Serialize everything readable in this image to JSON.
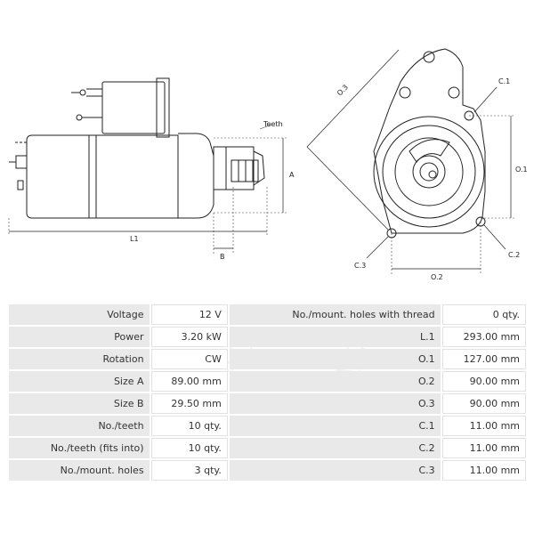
{
  "diagram": {
    "labels": {
      "teeth": "Teeth",
      "a": "A",
      "b": "B",
      "l1": "L1",
      "o3": "O.3",
      "c1": "C.1",
      "o1": "O.1",
      "c2": "C.2",
      "c3": "C.3",
      "o2": "O.2"
    }
  },
  "specs": {
    "left": [
      {
        "label": "Voltage",
        "value": "12 V"
      },
      {
        "label": "Power",
        "value": "3.20 kW"
      },
      {
        "label": "Rotation",
        "value": "CW"
      },
      {
        "label": "Size A",
        "value": "89.00 mm"
      },
      {
        "label": "Size B",
        "value": "29.50 mm"
      },
      {
        "label": "No./teeth",
        "value": "10 qty."
      },
      {
        "label": "No./teeth (fits into)",
        "value": "10 qty."
      },
      {
        "label": "No./mount. holes",
        "value": "3 qty."
      }
    ],
    "right": [
      {
        "label": "No./mount. holes with thread",
        "value": "0 qty."
      },
      {
        "label": "L.1",
        "value": "293.00 mm"
      },
      {
        "label": "O.1",
        "value": "127.00 mm"
      },
      {
        "label": "O.2",
        "value": "90.00 mm"
      },
      {
        "label": "O.3",
        "value": "90.00 mm"
      },
      {
        "label": "C.1",
        "value": "11.00 mm"
      },
      {
        "label": "C.2",
        "value": "11.00 mm"
      },
      {
        "label": "C.3",
        "value": "11.00 mm"
      }
    ]
  },
  "watermark": {
    "text": "AG"
  }
}
